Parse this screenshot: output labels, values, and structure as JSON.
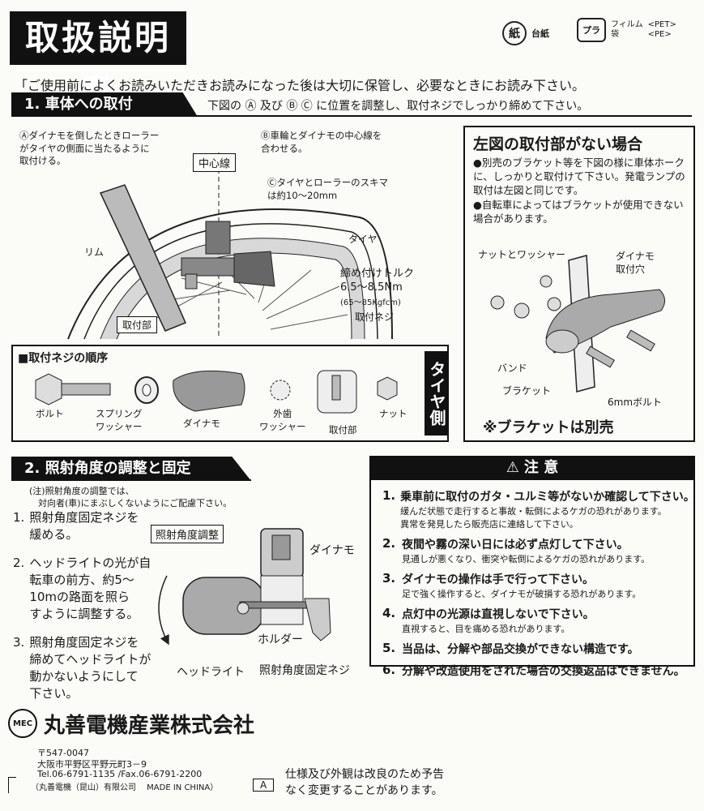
{
  "header": {
    "title": "取扱説明書",
    "recycle": [
      {
        "icon": "paper-recycle-icon",
        "glyph": "紙",
        "label": "台紙"
      },
      {
        "icon": "plastic-recycle-icon",
        "glyph": "プラ",
        "label": "フィルム\n袋",
        "codes": "<PET>\n<PE>"
      }
    ]
  },
  "intro": "「ご使用前によくお読みいただきお読みになった後は大切に保管し、必要なときにお読み下さい。",
  "section1": {
    "heading": "1. 車体への取付",
    "instruction": "下図の Ⓐ 及び Ⓑ Ⓒ に位置を調整し、取付ネジでしっかり締めて下さい。",
    "labels": {
      "a": "Ⓐダイナモを倒したときローラー\nがタイヤの側面に当たるように\n取付ける。",
      "b": "Ⓑ車輪とダイナモの中心線を\n合わせる。",
      "center_line": "中心線",
      "c": "Ⓒタイヤとローラーのスキマ\nは約10～20mm",
      "tire": "タイヤ",
      "rim": "リム",
      "torque": "締め付けトルク\n6.5～8.5Nm",
      "torque_kgf": "(65～85Kgfcm)",
      "mount_screw": "取付ネジ",
      "mount_part": "取付部"
    },
    "order": {
      "title": "■取付ネジの順序",
      "items": [
        "ボルト",
        "スプリング\nワッシャー",
        "ダイナモ",
        "外歯\nワッシャー",
        "取付部",
        "ナット"
      ],
      "tire_side": "タイヤ側"
    }
  },
  "no_mount": {
    "title": "左図の取付部がない場合",
    "bullets": [
      "●別売のブラケット等を下図の様に車体ホークに、しっかりと取付けて下さい。発電ランプの取付は左図と同じです。",
      "●自転車によってはブラケットが使用できない場合があります。"
    ],
    "labels": {
      "nut_washer": "ナットとワッシャー",
      "dynamo_hole": "ダイナモ\n取付穴",
      "band": "バンド",
      "bracket": "ブラケット",
      "bolt": "6mmボルト"
    },
    "note": "※ブラケットは別売"
  },
  "section2": {
    "heading": "2. 照射角度の調整と固定",
    "note": "(注)照射角度の調整では、\n　対向者(車)にまぶしくないようにご配慮下さい。",
    "steps": [
      {
        "num": "1.",
        "text": "照射角度固定ネジを\n緩める。"
      },
      {
        "num": "2.",
        "text": "ヘッドライトの光が自\n転車の前方、約5～\n10mの路面を照ら\nすように調整する。"
      },
      {
        "num": "3.",
        "text": "照射角度固定ネジを\n締めてヘッドライトが\n動かないようにして\n下さい。"
      }
    ],
    "labels": {
      "adjust": "照射角度調整",
      "dynamo": "ダイナモ",
      "holder": "ホルダー",
      "headlight": "ヘッドライト",
      "fix_screw": "照射角度固定ネジ"
    }
  },
  "caution": {
    "title": "注 意",
    "items": [
      {
        "num": "1.",
        "main": "乗車前に取付のガタ・ユルミ等がないか確認して下さい。",
        "sub": "緩んだ状態で走行すると事故・転倒によるケガの恐れがあります。\n異常を発見したら販売店に連絡して下さい。"
      },
      {
        "num": "2.",
        "main": "夜間や霧の深い日には必ず点灯して下さい。",
        "sub": "見通しが悪くなり、衝突や転倒によるケガの恐れがあります。"
      },
      {
        "num": "3.",
        "main": "ダイナモの操作は手で行って下さい。",
        "sub": "足で強く操作すると、ダイナモが破損する恐れがあります。"
      },
      {
        "num": "4.",
        "main": "点灯中の光源は直視しないで下さい。",
        "sub": "直視すると、目を痛める恐れがあります。"
      },
      {
        "num": "5.",
        "main": "当品は、分解や部品交換ができない構造です。",
        "sub": ""
      },
      {
        "num": "6.",
        "main": "分解や改造使用をされた場合の交換返品はできません。",
        "sub": ""
      }
    ]
  },
  "footer": {
    "logo": "MEC",
    "company": "丸善電機産業株式会社",
    "postal": "〒547-0047",
    "address": "大阪市平野区平野元町3－9",
    "tel": "Tel.06-6791-1135 /Fax.06-6791-2200",
    "made": "（丸善電機（昆山）有限公司　 MADE IN CHINA）",
    "code": "A",
    "notice": "仕様及び外観は改良のため予告\nなく変更することがあります。"
  }
}
